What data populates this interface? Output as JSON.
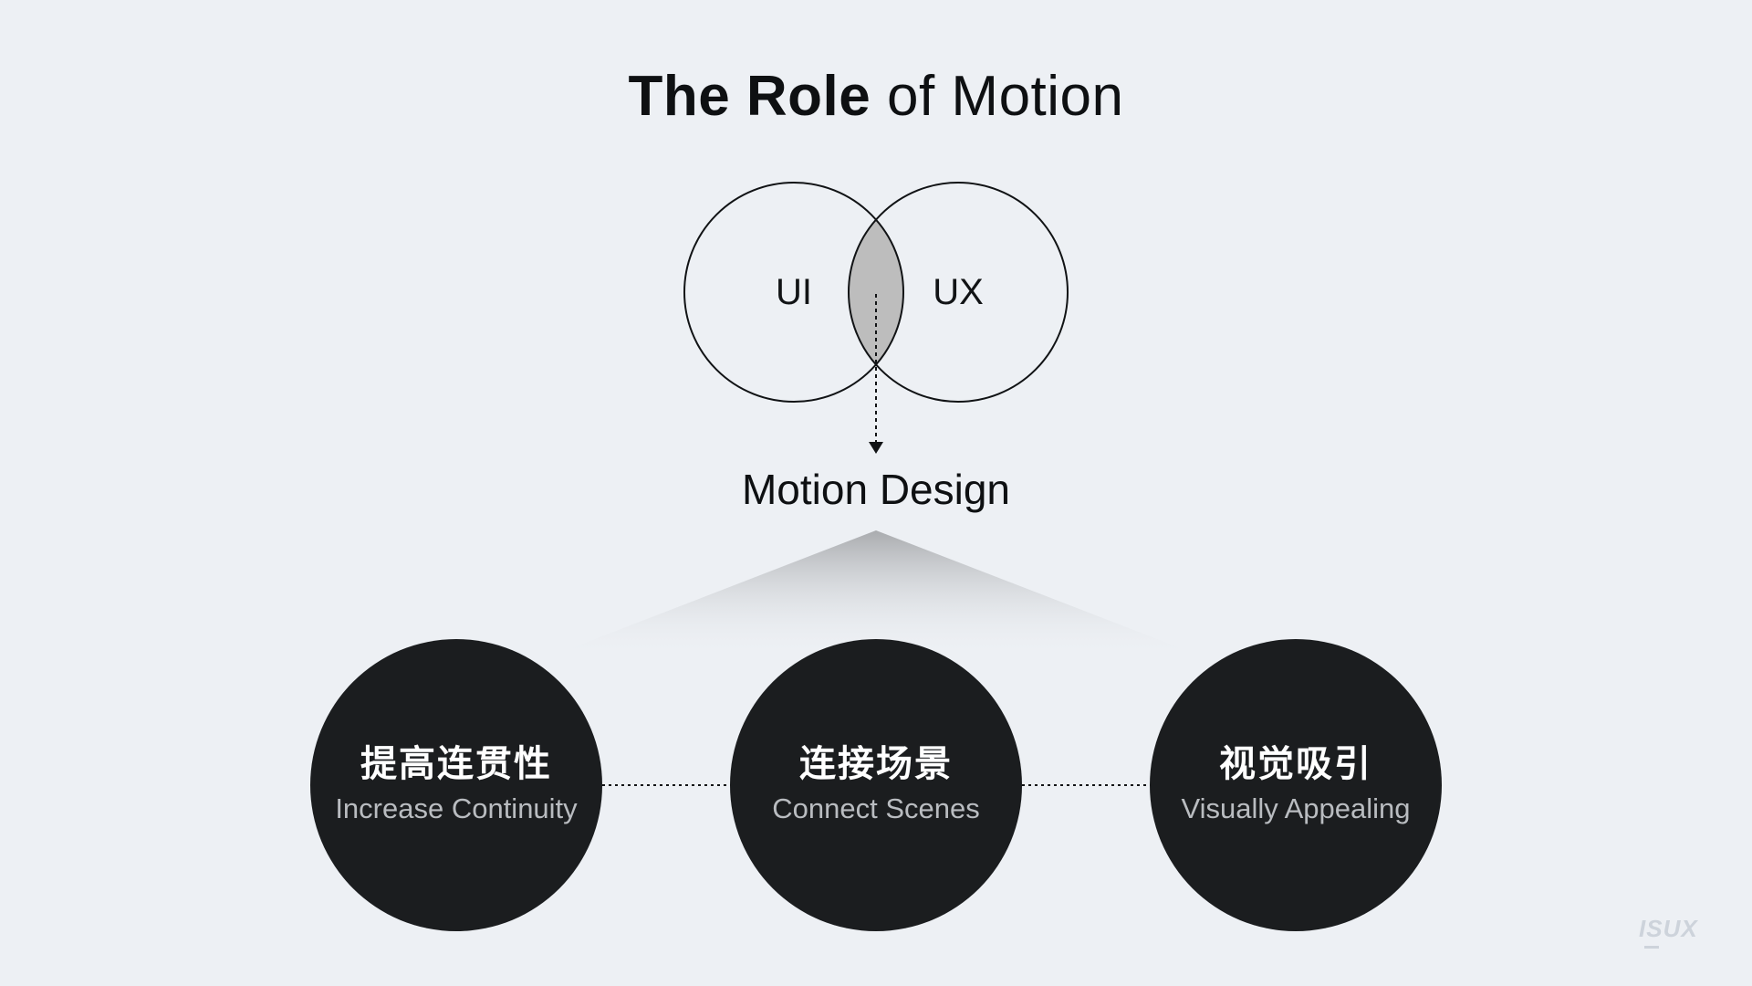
{
  "title": {
    "bold": "The Role",
    "light": "of Motion"
  },
  "venn": {
    "left_label": "UI",
    "right_label": "UX",
    "overlap_color": "#bdbdbd"
  },
  "result": {
    "label": "Motion Design"
  },
  "roles": [
    {
      "zh": "提高连贯性",
      "en": "Increase Continuity"
    },
    {
      "zh": "连接场景",
      "en": "Connect Scenes"
    },
    {
      "zh": "视觉吸引",
      "en": "Visually Appealing"
    }
  ],
  "watermark": "ISUX",
  "colors": {
    "background": "#edf0f4",
    "circle_fill": "#1b1d1f",
    "outline": "#111315"
  }
}
